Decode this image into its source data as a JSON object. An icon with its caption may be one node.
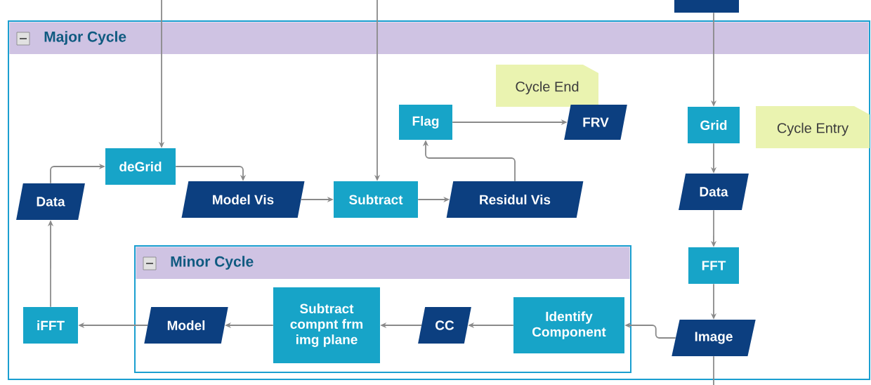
{
  "diagram": {
    "nodes": [
      {
        "text": [],
        "shape": "box"
      },
      {
        "text": [
          "Major Cycle"
        ]
      },
      {
        "text": [
          "Cycle End"
        ],
        "in": 1
      },
      {
        "text": [
          "Flag"
        ],
        "in": 1
      },
      {
        "text": [
          "FRV"
        ],
        "in": 1
      },
      {
        "text": [
          "Grid"
        ],
        "in": 1
      },
      {
        "text": [
          "Cycle Entry"
        ],
        "in": 1
      },
      {
        "text": [
          "deGrid"
        ],
        "in": 1
      },
      {
        "text": [
          "Data"
        ],
        "in": 1
      },
      {
        "text": [
          "Model Vis"
        ],
        "in": 1
      },
      {
        "text": [
          "Subtract"
        ],
        "in": 1
      },
      {
        "text": [
          "Residul Vis"
        ],
        "in": 1
      },
      {
        "text": [
          "Data"
        ],
        "in": 1
      },
      {
        "text": [
          "FFT"
        ],
        "in": 1
      },
      {
        "text": [
          "Minor Cycle"
        ],
        "in": 1
      },
      {
        "text": [
          "iFFT"
        ],
        "in": 1
      },
      {
        "text": [
          "Model"
        ],
        "in": 14
      },
      {
        "text": [
          "Subtract compnt frm img plane"
        ],
        "in": 14
      },
      {
        "text": [
          "CC"
        ],
        "in": 14
      },
      {
        "text": [
          "Identify Component"
        ],
        "in": 14
      },
      {
        "text": [
          "Image"
        ],
        "in": 1
      }
    ],
    "edges": [
      {
        "from": null,
        "to": 7,
        "arrow": "to"
      },
      {
        "from": null,
        "to": 10,
        "arrow": "to"
      },
      {
        "from": 0,
        "to": 5,
        "arrow": "to"
      },
      {
        "from": 5,
        "to": 12,
        "arrow": "to"
      },
      {
        "from": 12,
        "to": 13,
        "arrow": "to"
      },
      {
        "from": 13,
        "to": 20,
        "arrow": "to"
      },
      {
        "from": 20,
        "to": null,
        "arrow": "none"
      },
      {
        "from": 8,
        "to": 7,
        "arrow": "to"
      },
      {
        "from": 7,
        "to": 9,
        "arrow": "to"
      },
      {
        "from": 9,
        "to": 10,
        "arrow": "to"
      },
      {
        "from": 10,
        "to": 11,
        "arrow": "to"
      },
      {
        "from": 11,
        "to": 3,
        "arrow": "to"
      },
      {
        "from": 3,
        "to": 4,
        "arrow": "to"
      },
      {
        "from": 20,
        "to": 19,
        "arrow": "to"
      },
      {
        "from": 19,
        "to": 18,
        "arrow": "to"
      },
      {
        "from": 18,
        "to": 17,
        "arrow": "to"
      },
      {
        "from": 17,
        "to": 16,
        "arrow": "to"
      },
      {
        "from": 16,
        "to": 15,
        "arrow": "to"
      },
      {
        "from": 15,
        "to": 8,
        "arrow": "to"
      }
    ]
  }
}
